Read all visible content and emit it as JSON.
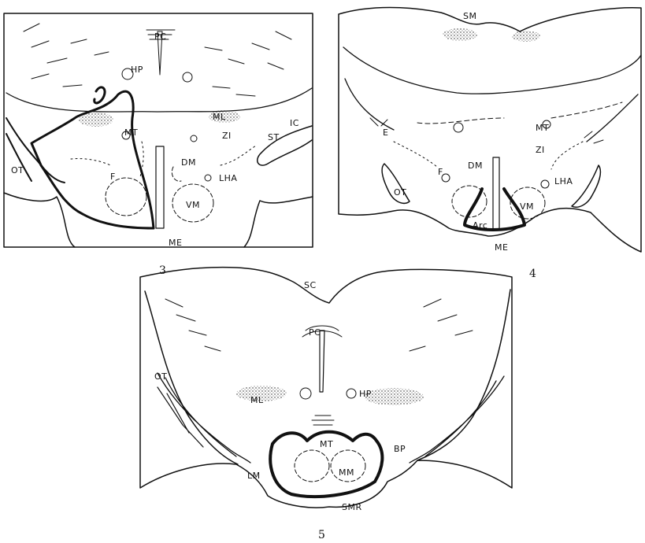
{
  "figures": [
    {
      "number": "3",
      "labels": {
        "pc": "PC",
        "hp": "HP",
        "mt": "MT",
        "ml": "ML",
        "zi": "ZI",
        "st": "ST",
        "ic": "IC",
        "ot": "OT",
        "f": "F",
        "dm": "DM",
        "lha": "LHA",
        "vm": "VM",
        "me": "ME"
      }
    },
    {
      "number": "4",
      "labels": {
        "sm": "SM",
        "e": "E",
        "mt": "MT",
        "zi": "ZI",
        "dm": "DM",
        "f": "F",
        "ot": "OT",
        "lha": "LHA",
        "vm": "VM",
        "arc": "Arc",
        "me": "ME"
      }
    },
    {
      "number": "5",
      "labels": {
        "sc": "SC",
        "pc": "PC",
        "ot": "OT",
        "ml": "ML",
        "hp": "HP",
        "mt": "MT",
        "bp": "BP",
        "lm": "LM",
        "mm": "MM",
        "smr": "SMR"
      }
    }
  ]
}
